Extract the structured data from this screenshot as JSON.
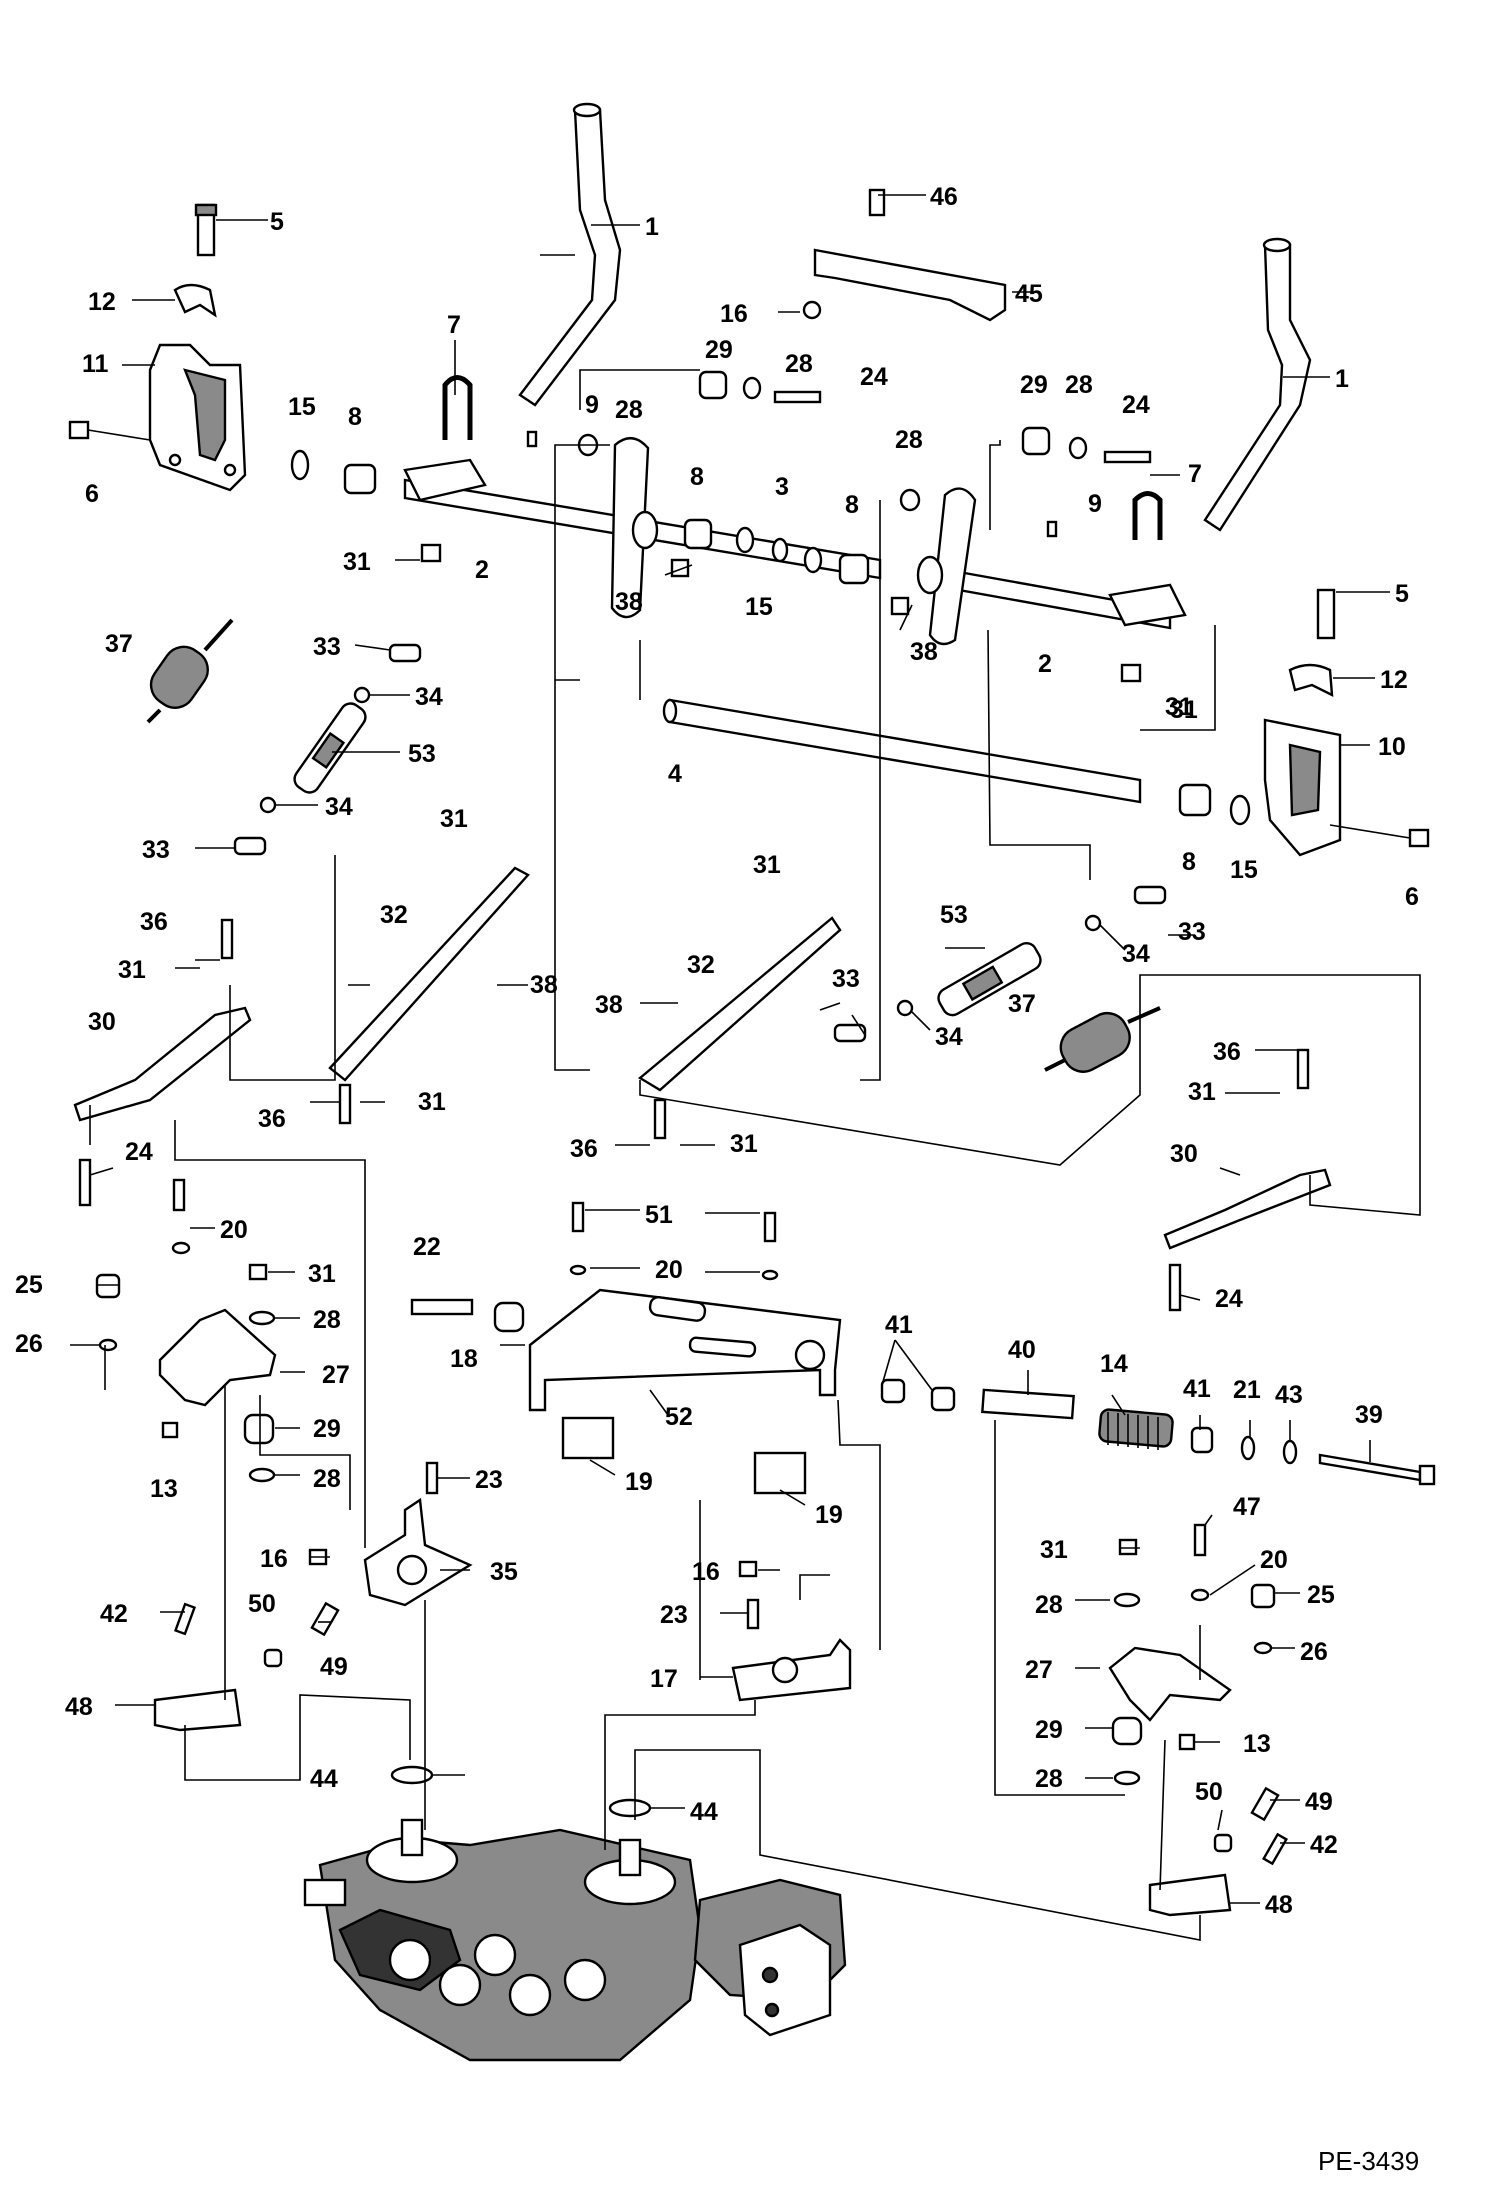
{
  "drawing": {
    "reference": "PE-3439",
    "callouts": {
      "c_1a": "1",
      "c_1b": "1",
      "c_2a": "2",
      "c_2b": "2",
      "c_3": "3",
      "c_4": "4",
      "c_5a": "5",
      "c_5b": "5",
      "c_6a": "6",
      "c_6b": "6",
      "c_7a": "7",
      "c_7b": "7",
      "c_8a": "8",
      "c_8b": "8",
      "c_8c": "8",
      "c_8d": "8",
      "c_9a": "9",
      "c_9b": "9",
      "c_10": "10",
      "c_11": "11",
      "c_12a": "12",
      "c_12b": "12",
      "c_13a": "13",
      "c_13b": "13",
      "c_14": "14",
      "c_15a": "15",
      "c_15b": "15",
      "c_15c": "15",
      "c_16a": "16",
      "c_16b": "16",
      "c_16c": "16",
      "c_17": "17",
      "c_18": "18",
      "c_19a": "19",
      "c_19b": "19",
      "c_20a": "20",
      "c_20b": "20",
      "c_20c": "20",
      "c_21": "21",
      "c_22": "22",
      "c_23a": "23",
      "c_23b": "23",
      "c_24a": "24",
      "c_24b": "24",
      "c_24c": "24",
      "c_24d": "24",
      "c_25a": "25",
      "c_25b": "25",
      "c_26a": "26",
      "c_26b": "26",
      "c_27a": "27",
      "c_27b": "27",
      "c_28a": "28",
      "c_28b": "28",
      "c_28c": "28",
      "c_28d": "28",
      "c_28e": "28",
      "c_28f": "28",
      "c_28g": "28",
      "c_28h": "28",
      "c_29a": "29",
      "c_29b": "29",
      "c_29c": "29",
      "c_29d": "29",
      "c_30a": "30",
      "c_30b": "30",
      "c_31a": "31",
      "c_31b": "31",
      "c_31c": "31",
      "c_31d": "31",
      "c_31e": "31",
      "c_31f": "31",
      "c_31g": "31",
      "c_31h": "31",
      "c_31i": "31",
      "c_31j": "31",
      "c_31k": "31",
      "c_32a": "32",
      "c_32b": "32",
      "c_33a": "33",
      "c_33b": "33",
      "c_33c": "33",
      "c_33d": "33",
      "c_34a": "34",
      "c_34b": "34",
      "c_34c": "34",
      "c_34d": "34",
      "c_35": "35",
      "c_36a": "36",
      "c_36b": "36",
      "c_36c": "36",
      "c_36d": "36",
      "c_37a": "37",
      "c_37b": "37",
      "c_38a": "38",
      "c_38b": "38",
      "c_38c": "38",
      "c_38d": "38",
      "c_39": "39",
      "c_40": "40",
      "c_41a": "41",
      "c_41b": "41",
      "c_42a": "42",
      "c_42b": "42",
      "c_43": "43",
      "c_44a": "44",
      "c_44b": "44",
      "c_45": "45",
      "c_46": "46",
      "c_47": "47",
      "c_48a": "48",
      "c_48b": "48",
      "c_49a": "49",
      "c_49b": "49",
      "c_50a": "50",
      "c_50b": "50",
      "c_51": "51",
      "c_52": "52",
      "c_53a": "53",
      "c_53b": "53"
    }
  }
}
